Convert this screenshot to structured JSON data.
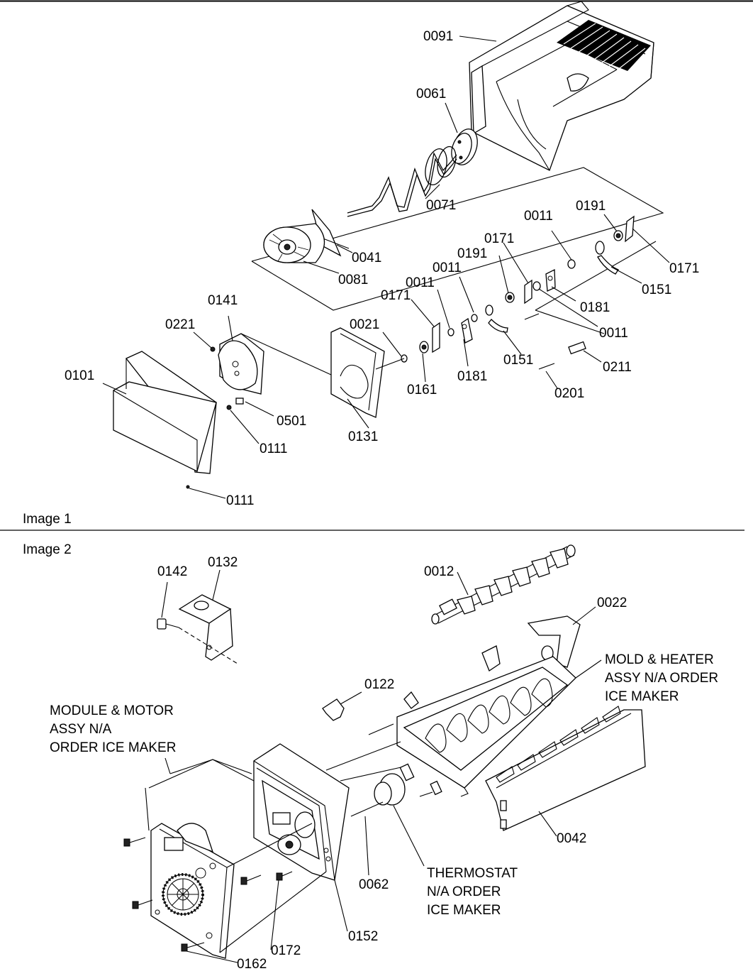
{
  "image1": {
    "caption": "Image 1",
    "labels": {
      "p0091": "0091",
      "p0061": "0061",
      "p0071": "0071",
      "p0041": "0041",
      "p0081": "0081",
      "p0011a": "0011",
      "p0191a": "0191",
      "p0171a": "0171",
      "p0171b": "0171",
      "p0191b": "0191",
      "p0011b": "0011",
      "p0151a": "0151",
      "p0181a": "0181",
      "p0011c": "0011",
      "p0011d": "0011",
      "p0171c": "0171",
      "p0141": "0141",
      "p0021": "0021",
      "p0221": "0221",
      "p0151b": "0151",
      "p0211": "0211",
      "p0101": "0101",
      "p0161": "0161",
      "p0181b": "0181",
      "p0201": "0201",
      "p0501": "0501",
      "p0131": "0131",
      "p0111a": "0111",
      "p0111b": "0111"
    }
  },
  "image2": {
    "caption": "Image 2",
    "labels": {
      "p0142": "0142",
      "p0132": "0132",
      "p0012": "0012",
      "p0022": "0022",
      "p0122": "0122",
      "p0042": "0042",
      "p0062": "0062",
      "p0152": "0152",
      "p0172": "0172",
      "p0162": "0162"
    },
    "notes": {
      "mold_l1": "MOLD & HEATER",
      "mold_l2": "ASSY N/A ORDER",
      "mold_l3": "ICE MAKER",
      "module_l1": "MODULE & MOTOR",
      "module_l2": "ASSY N/A",
      "module_l3": "ORDER ICE MAKER",
      "thermo_l1": "THERMOSTAT",
      "thermo_l2": "N/A ORDER",
      "thermo_l3": "ICE MAKER"
    }
  }
}
